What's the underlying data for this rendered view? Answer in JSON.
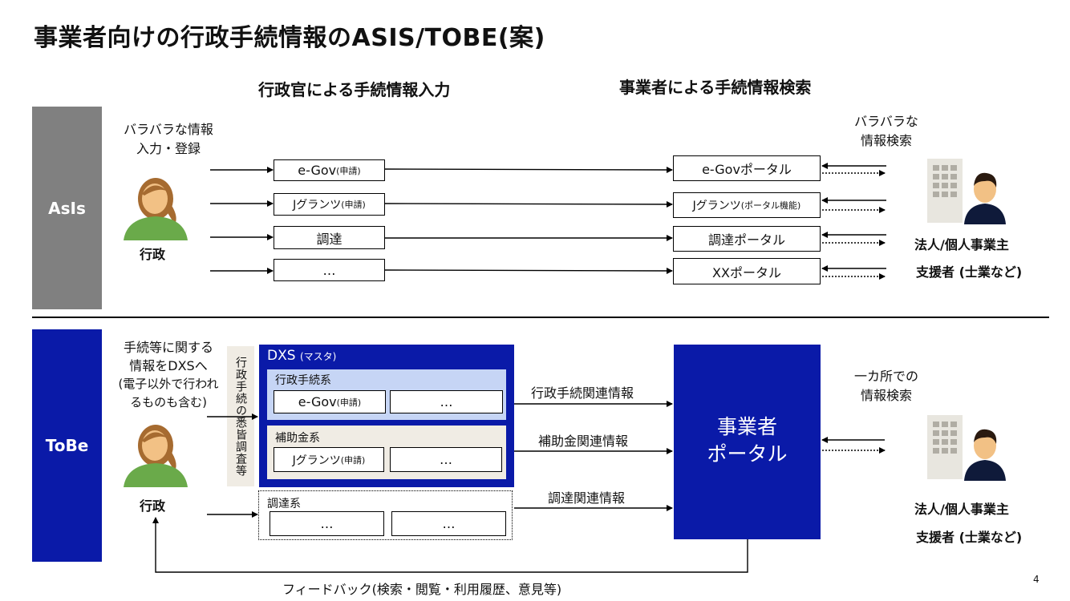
{
  "title": "事業者向けの行政手続情報のASIS/TOBE(案)",
  "headers": {
    "left": "行政官による手続情報入力",
    "right": "事業者による手続情報検索"
  },
  "asis": {
    "label": "AsIs",
    "input_note": [
      "バラバラな情報",
      "入力・登録"
    ],
    "search_note": [
      "バラバラな",
      "情報検索"
    ],
    "actor_label": "行政",
    "user_labels": [
      "法人/個人事業主",
      "支援者 (士業など)"
    ],
    "left_boxes": [
      {
        "main": "e-Gov",
        "sub": "(申請)"
      },
      {
        "main": "Jグランツ",
        "sub": "(申請)"
      },
      {
        "main": "調達",
        "sub": ""
      },
      {
        "main": "…",
        "sub": ""
      }
    ],
    "right_boxes": [
      {
        "main": "e-Govポータル",
        "sub": ""
      },
      {
        "main": "Jグランツ",
        "sub": "(ポータル機能)"
      },
      {
        "main": "調達ポータル",
        "sub": ""
      },
      {
        "main": "XXポータル",
        "sub": ""
      }
    ]
  },
  "tobe": {
    "label": "ToBe",
    "input_note": [
      "手続等に関する",
      "情報をDXSへ",
      "(電子以外で行われ",
      "るものも含む)"
    ],
    "vertical_note": "行政手続の悉皆調査等",
    "dxs_title": "DXS",
    "dxs_sub": "(マスタ)",
    "groups": [
      {
        "name": "行政手続系",
        "items": [
          {
            "main": "e-Gov",
            "sub": "(申請)"
          },
          {
            "main": "…",
            "sub": ""
          }
        ]
      },
      {
        "name": "補助金系",
        "items": [
          {
            "main": "Jグランツ",
            "sub": "(申請)"
          },
          {
            "main": "…",
            "sub": ""
          }
        ]
      },
      {
        "name": "調達系",
        "items": [
          {
            "main": "…",
            "sub": ""
          },
          {
            "main": "…",
            "sub": ""
          }
        ]
      }
    ],
    "flows": [
      "行政手続関連情報",
      "補助金関連情報",
      "調達関連情報"
    ],
    "portal": [
      "事業者",
      "ポータル"
    ],
    "search_note": [
      "一カ所での",
      "情報検索"
    ],
    "actor_label": "行政",
    "user_labels": [
      "法人/個人事業主",
      "支援者 (士業など)"
    ],
    "feedback": "フィードバック(検索・閲覧・利用履歴、意見等)"
  },
  "page_number": "4",
  "colors": {
    "asis_bar": "#808080",
    "tobe_bar": "#0a1aa8",
    "gyosei_group": "#c6d5f5",
    "hojo_group": "#f0ece4",
    "person_skin": "#f2c185",
    "person_hair": "#a66b30",
    "person_shirt": "#6aaa4a",
    "user_shirt": "#0f1a3a",
    "building": "#e8e6df"
  }
}
